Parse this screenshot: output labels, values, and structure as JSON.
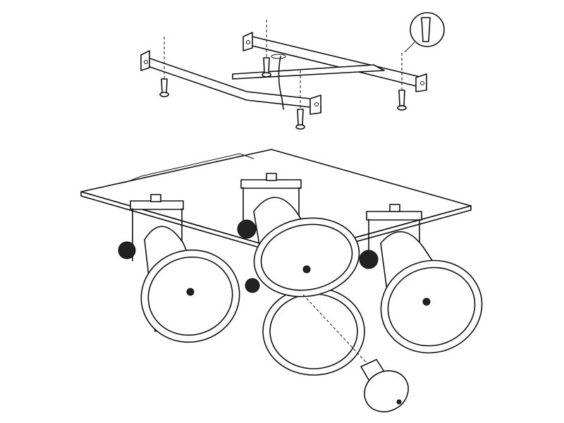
{
  "colors": {
    "line": "#111111",
    "background": "#ffffff"
  },
  "parts": {
    "bracket": "mounting-bracket",
    "screws": 4,
    "spotlights": 4,
    "bulb": "led-bulb"
  }
}
